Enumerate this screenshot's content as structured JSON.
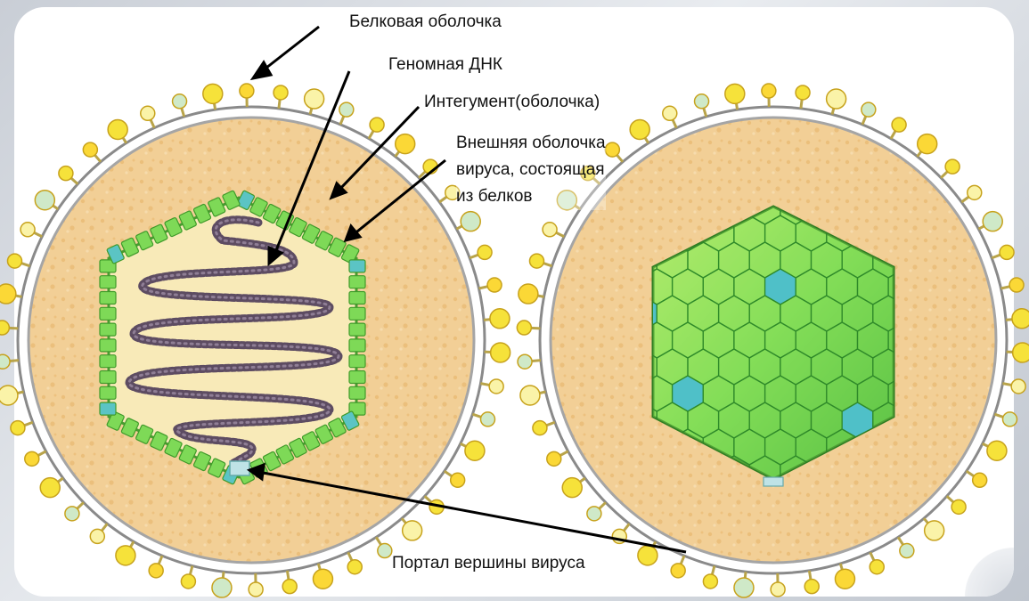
{
  "labels": {
    "protein_shell": "Белковая оболочка",
    "genomic_dna": "Геномная ДНК",
    "integument": "Интегумент(оболочка)",
    "outer_shell": "Внешняя оболочка\nвируса, состоящая\nиз белков",
    "portal_vertex": "Портал вершины вируса"
  },
  "colors": {
    "envelope_fill": "#f0c98a",
    "capsid_green": "#7ed957",
    "capsid_dark": "#3f9a2a",
    "vertex_blue": "#5bc4c4",
    "spike_yellow": "#f6e23a",
    "dna": "#6b5b6e"
  }
}
